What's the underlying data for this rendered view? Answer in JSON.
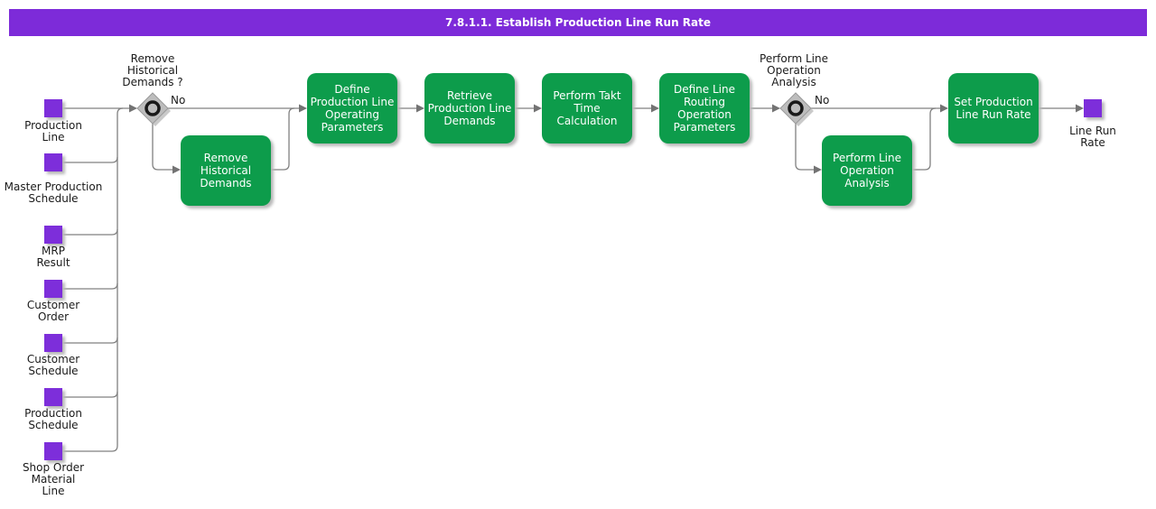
{
  "title": "7.8.1.1. Establish Production Line Run Rate",
  "colors": {
    "accent_purple": "#7d2bd9",
    "node_purple": "#7d2eda",
    "activity_green": "#0d9c4b",
    "connector_gray": "#808080",
    "decision_gray": "#bdbdbd"
  },
  "inputs": [
    {
      "label": "Production Line",
      "lines": [
        "Production",
        "Line"
      ]
    },
    {
      "label": "Master Production Schedule",
      "lines": [
        "Master Production",
        "Schedule"
      ]
    },
    {
      "label": "MRP Result",
      "lines": [
        "MRP",
        "Result"
      ]
    },
    {
      "label": "Customer Order",
      "lines": [
        "Customer",
        "Order"
      ]
    },
    {
      "label": "Customer Schedule",
      "lines": [
        "Customer",
        "Schedule"
      ]
    },
    {
      "label": "Production Schedule",
      "lines": [
        "Production",
        "Schedule"
      ]
    },
    {
      "label": "Shop Order Material Line",
      "lines": [
        "Shop Order",
        "Material",
        "Line"
      ]
    }
  ],
  "flow": {
    "decision1": {
      "question": "Remove Historical Demands ?",
      "question_lines": [
        "Remove",
        "Historical",
        "Demands ?"
      ],
      "no_label": "No"
    },
    "decision2": {
      "question": "Perform Line Operation Analysis",
      "question_lines": [
        "Perform Line",
        "Operation",
        "Analysis"
      ],
      "no_label": "No"
    },
    "activities": {
      "define_operating_params": {
        "label": "Define Production Line Operating Parameters",
        "lines": [
          "Define",
          "Production Line",
          "Operating",
          "Parameters"
        ]
      },
      "retrieve_demands": {
        "label": "Retrieve Production Line Demands",
        "lines": [
          "Retrieve",
          "Production Line",
          "Demands"
        ]
      },
      "takt": {
        "label": "Perform Takt Time Calculation",
        "lines": [
          "Perform Takt",
          "Time Calculation"
        ]
      },
      "routing_params": {
        "label": "Define Line Routing Operation Parameters",
        "lines": [
          "Define Line",
          "Routing",
          "Operation",
          "Parameters"
        ]
      },
      "remove_historical": {
        "label": "Remove Historical Demands",
        "lines": [
          "Remove",
          "Historical",
          "Demands"
        ]
      },
      "line_operation_analysis": {
        "label": "Perform Line Operation Analysis",
        "lines": [
          "Perform Line",
          "Operation",
          "Analysis"
        ]
      },
      "set_run_rate": {
        "label": "Set Production Line Run Rate",
        "lines": [
          "Set Production",
          "Line Run Rate"
        ]
      }
    }
  },
  "output": {
    "label": "Line Run Rate",
    "lines": [
      "Line Run",
      "Rate"
    ]
  }
}
